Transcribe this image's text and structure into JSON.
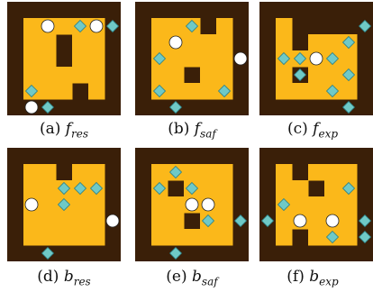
{
  "colors": {
    "wall": "#3a1f08",
    "floor": "#fbb81a",
    "diamond": "#6fc9c6",
    "diamond_stroke": "#2a7f86",
    "circle": "#ffffff"
  },
  "icons": {
    "item": "diamond-icon",
    "agent": "circle-icon"
  },
  "panels": [
    {
      "label": "(a)",
      "sym": "f",
      "sub": "res",
      "grid": [
        "#######",
        "#....D#",
        "#..#..#",
        "#..#..#",
        "#.....#",
        "#DD.#.#",
        "#######"
      ],
      "agents": [
        [
          5,
          1
        ],
        [
          2,
          1
        ],
        [
          1,
          6
        ]
      ],
      "items": [
        [
          4,
          1
        ],
        [
          6,
          1
        ],
        [
          1,
          5
        ],
        [
          2,
          6
        ]
      ]
    },
    {
      "label": "(b)",
      "sym": "f",
      "sub": "saf",
      "grid": [
        "#######",
        "#...#.#",
        "#.....#",
        "#.....#",
        "#..#..#",
        "#.....#",
        "#######"
      ],
      "agents": [
        [
          2,
          2
        ],
        [
          6,
          3
        ]
      ],
      "items": [
        [
          3,
          1
        ],
        [
          1,
          3
        ],
        [
          1,
          5
        ],
        [
          2,
          6
        ],
        [
          5,
          5
        ]
      ]
    },
    {
      "label": "(c)",
      "sym": "f",
      "sub": "exp",
      "grid": [
        "#######",
        "#.#####",
        "#.#...#",
        "#.....#",
        "#.#...#",
        "#.....#",
        "#######"
      ],
      "agents": [
        [
          3,
          3
        ]
      ],
      "items": [
        [
          6,
          1
        ],
        [
          5,
          2
        ],
        [
          1,
          3
        ],
        [
          2,
          3
        ],
        [
          4,
          3
        ],
        [
          2,
          4
        ],
        [
          5,
          4
        ],
        [
          4,
          5
        ],
        [
          5,
          6
        ]
      ]
    },
    {
      "label": "(d)",
      "sym": "b",
      "sub": "res",
      "grid": [
        "#######",
        "#..#..#",
        "#.....#",
        "#.....#",
        "#.....#",
        "#.....#",
        "#######"
      ],
      "agents": [
        [
          1,
          3
        ],
        [
          6,
          4
        ]
      ],
      "items": [
        [
          3,
          2
        ],
        [
          4,
          2
        ],
        [
          5,
          2
        ],
        [
          3,
          3
        ],
        [
          2,
          6
        ]
      ]
    },
    {
      "label": "(e)",
      "sym": "b",
      "sub": "saf",
      "grid": [
        "#######",
        "#.....#",
        "#.#...#",
        "#.....#",
        "#..#..#",
        "#.....#",
        "#######"
      ],
      "agents": [
        [
          3,
          3
        ],
        [
          4,
          3
        ]
      ],
      "items": [
        [
          2,
          1
        ],
        [
          1,
          2
        ],
        [
          3,
          2
        ],
        [
          4,
          4
        ],
        [
          6,
          4
        ],
        [
          2,
          6
        ]
      ]
    },
    {
      "label": "(f)",
      "sym": "b",
      "sub": "exp",
      "grid": [
        "#######",
        "#.#...#",
        "#..#..#",
        "#.....#",
        "#.....#",
        "#.#...#",
        "#######"
      ],
      "agents": [
        [
          2,
          4
        ],
        [
          4,
          4
        ]
      ],
      "items": [
        [
          1,
          3
        ],
        [
          5,
          2
        ],
        [
          0,
          4
        ],
        [
          6,
          4
        ],
        [
          4,
          5
        ],
        [
          6,
          5
        ]
      ]
    }
  ]
}
